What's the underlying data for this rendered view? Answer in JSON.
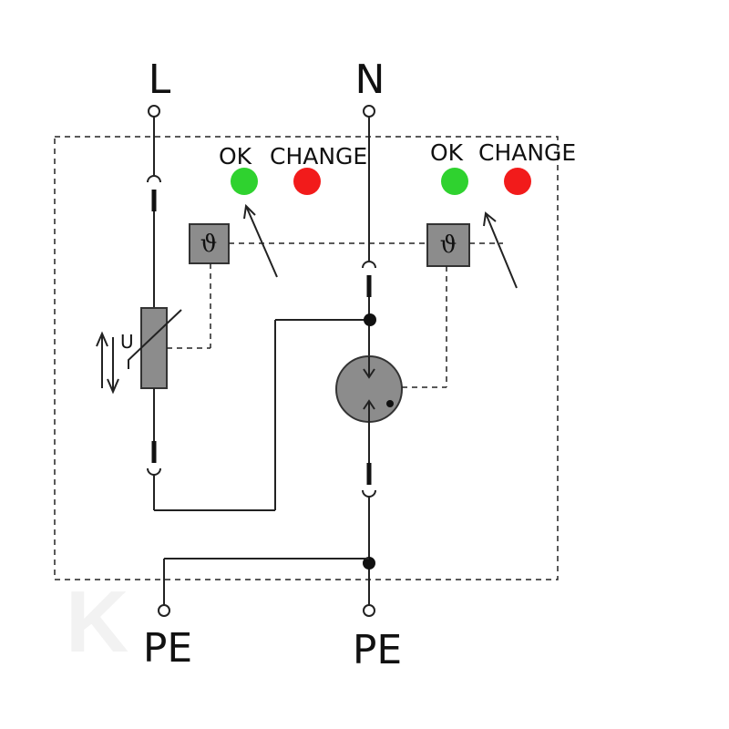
{
  "terminals": {
    "line": "L",
    "neutral": "N",
    "pe_left": "PE",
    "pe_right": "PE"
  },
  "indicators": {
    "left_ok": "OK",
    "left_change": "CHANGE",
    "right_ok": "OK",
    "right_change": "CHANGE"
  },
  "varistor_label": "U",
  "thermal_symbol": "ϑ",
  "watermark": "K",
  "colors": {
    "ok": "#2fd22f",
    "change": "#f21b1b",
    "component": "#8c8c8c",
    "component_border": "#333333",
    "wire": "#222222"
  }
}
